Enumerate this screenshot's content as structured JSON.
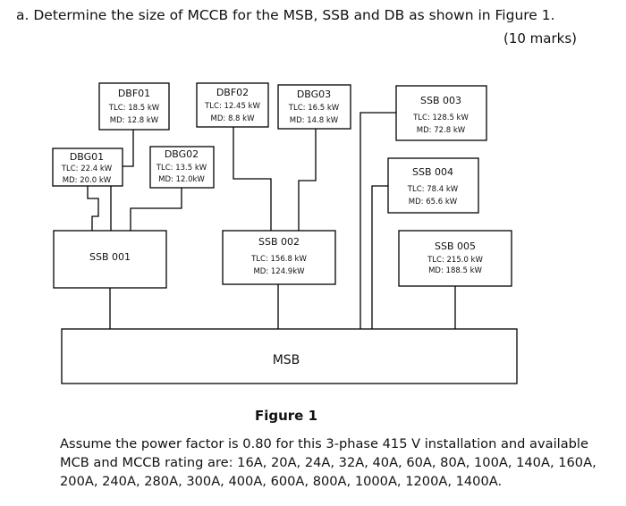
{
  "question": {
    "text": "a.  Determine the size of MCCB for the MSB, SSB and DB as shown in Figure 1.",
    "marks": "(10 marks)"
  },
  "boxes": {
    "dbf01": {
      "name": "DBF01",
      "tlc": "TLC: 18.5 kW",
      "md": "MD: 12.8 kW"
    },
    "dbf02": {
      "name": "DBF02",
      "tlc": "TLC: 12.45 kW",
      "md": "MD: 8.8 kW"
    },
    "dbg03": {
      "name": "DBG03",
      "tlc": "TLC: 16.5 kW",
      "md": "MD: 14.8 kW"
    },
    "ssb003": {
      "name": "SSB 003",
      "tlc": "TLC: 128.5 kW",
      "md": "MD: 72.8 kW"
    },
    "dbg01": {
      "name": "DBG01",
      "tlc": "TLC: 22.4 kW",
      "md": "MD: 20.0 kW"
    },
    "dbg02": {
      "name": "DBG02",
      "tlc": "TLC: 13.5 kW",
      "md": "MD: 12.0kW"
    },
    "ssb004": {
      "name": "SSB 004",
      "tlc": "TLC: 78.4 kW",
      "md": "MD: 65.6 kW"
    },
    "ssb001": {
      "name": "SSB 001"
    },
    "ssb002": {
      "name": "SSB 002",
      "tlc": "TLC: 156.8 kW",
      "md": "MD: 124.9kW"
    },
    "ssb005": {
      "name": "SSB 005",
      "tlc": "TLC: 215.0 kW",
      "md": "MD: 188.5 kW"
    },
    "msb": {
      "name": "MSB"
    }
  },
  "figure_caption": "Figure 1",
  "paragraph": "Assume the power factor is 0.80 for this 3-phase 415 V installation and available MCB and MCCB rating are: 16A, 20A, 24A, 32A, 40A, 60A, 80A, 100A, 140A, 160A, 200A, 240A, 280A, 300A, 400A, 600A, 800A, 1000A, 1200A, 1400A."
}
